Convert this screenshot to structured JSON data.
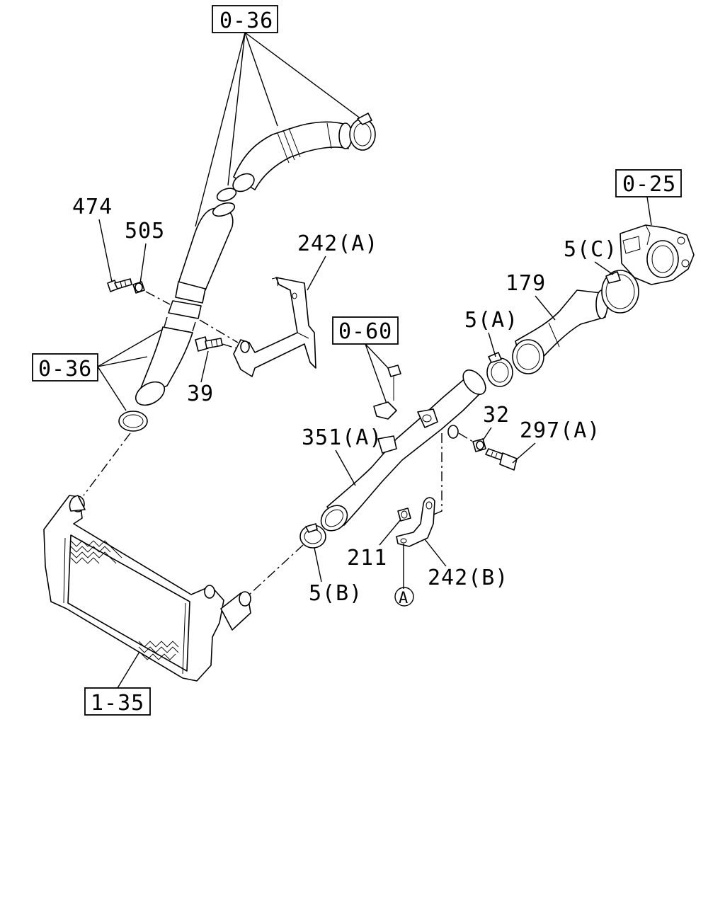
{
  "labels": {
    "ref_0_36_top": "0-36",
    "ref_0_36_left": "0-36",
    "ref_0_25": "0-25",
    "ref_0_60": "0-60",
    "ref_1_35": "1-35",
    "p474": "474",
    "p505": "505",
    "p39": "39",
    "p242a": "242(A)",
    "p5c": "5(C)",
    "p179": "179",
    "p5a": "5(A)",
    "p32": "32",
    "p297a": "297(A)",
    "p351a": "351(A)",
    "p211": "211",
    "p242b": "242(B)",
    "p5b": "5(B)",
    "circle_a": "A"
  }
}
